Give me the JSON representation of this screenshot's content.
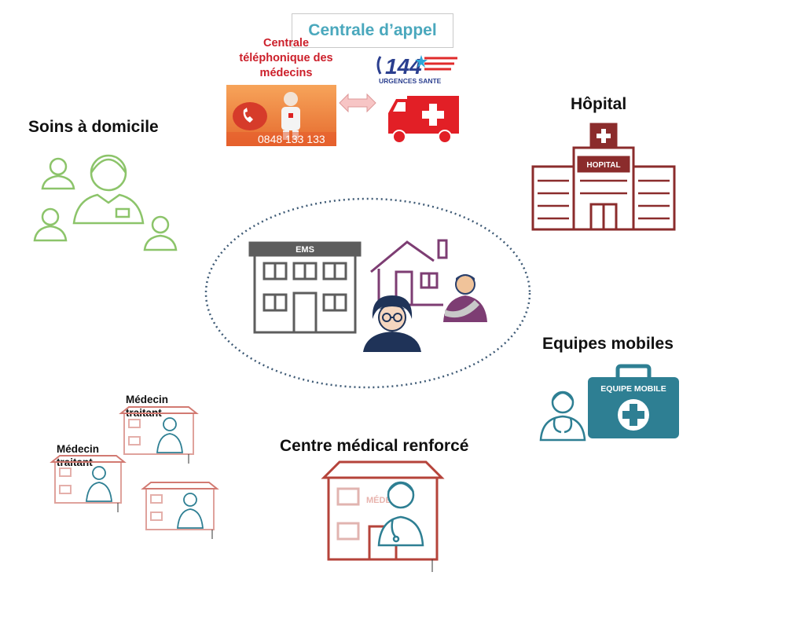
{
  "labels": {
    "centrale_appel": "Centrale d’appel",
    "centrale_tel": "Centrale téléphonique des médecins",
    "phone_number": "0848 133 133",
    "urgences_number": "144",
    "urgences_sante": "URGENCES SANTE",
    "soins_domicile": "Soins à domicile",
    "hopital": "Hôpital",
    "hospital_sign": "HOPITAL",
    "ems_sign": "EMS",
    "equipes_mobiles": "Equipes mobiles",
    "equipe_mobile_sign": "EQUIPE MOBILE",
    "centre_medical": "Centre médical renforcé",
    "centre_medical_sign": "MÉDECIN",
    "medecin_traitant_1": "Médecin traitant",
    "medecin_traitant_2": "Médecin traitant"
  },
  "colors": {
    "hospital_red": "#8b2c2c",
    "teal": "#2e7f93",
    "green": "#8cc46a",
    "purple": "#7d3d73",
    "gray": "#5d5d5d",
    "salmon": "#d27a72",
    "cyan_title": "#4aa8bd",
    "red_title": "#cc1f2a"
  }
}
